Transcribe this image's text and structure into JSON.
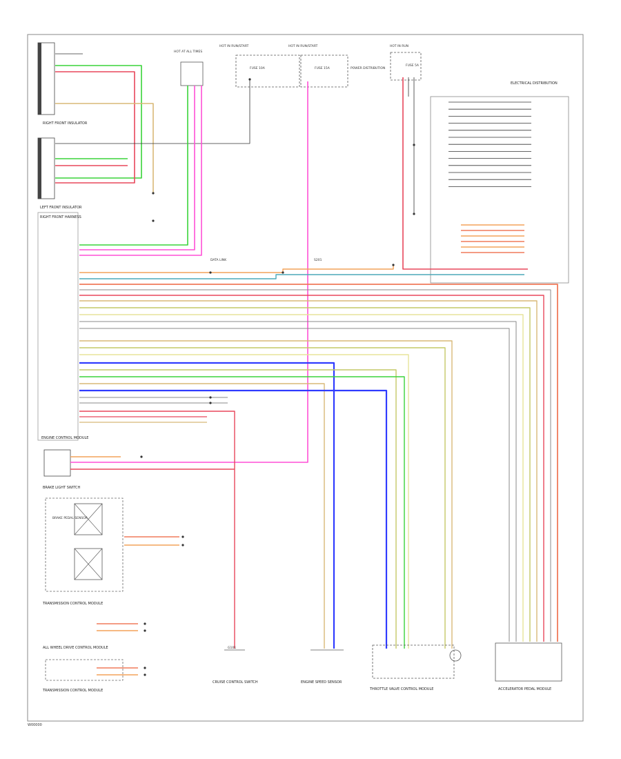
{
  "footer": {
    "code": "W00000"
  },
  "colors": {
    "pink": "#ff4fd6",
    "red": "#e8465a",
    "green": "#39d339",
    "orange": "#f4a259",
    "salmon": "#f07a5a",
    "tan": "#d8b877",
    "blue": "#2f3bff",
    "teal": "#4aa9b8",
    "yellow": "#e7e39a",
    "olive": "#c4c866",
    "grey": "#8a8a8a",
    "black": "#333333"
  },
  "labels": {
    "hot_at_all_times": "HOT AT ALL TIMES",
    "hot_in_run_a": "HOT IN RUN/START",
    "hot_in_run_b": "HOT IN RUN/START",
    "hot_in_run_c": "HOT IN RUN",
    "fuse_10a": "FUSE 10A",
    "fuse_15a": "FUSE 15A",
    "fuse_5a": "FUSE 5A",
    "right_front_insulator": "RIGHT FRONT INSULATOR",
    "left_front_insulator": "LEFT FRONT INSULATOR",
    "right_front_harness": "RIGHT FRONT HARNESS",
    "engine_control_module": "ENGINE CONTROL MODULE",
    "electrical_distribution": "ELECTRICAL DISTRIBUTION",
    "power_distribution": "POWER DISTRIBUTION",
    "brake_light_switch": "BRAKE LIGHT SWITCH",
    "brake_pedal_sensor": "BRAKE PEDAL SENSOR",
    "transmission_control_module_a": "TRANSMISSION CONTROL MODULE",
    "transmission_control_module_b": "TRANSMISSION CONTROL MODULE",
    "all_wheel_drive_module": "ALL WHEEL DRIVE CONTROL MODULE",
    "cruise_switch": "CRUISE CONTROL SWITCH",
    "engine_speed_sensor": "ENGINE SPEED SENSOR",
    "throttle_control_module": "THROTTLE VALVE CONTROL MODULE",
    "accelerator_pedal_module": "ACCELERATOR PEDAL MODULE",
    "data_link": "DATA LINK",
    "ground": "G101",
    "splice": "S201"
  }
}
